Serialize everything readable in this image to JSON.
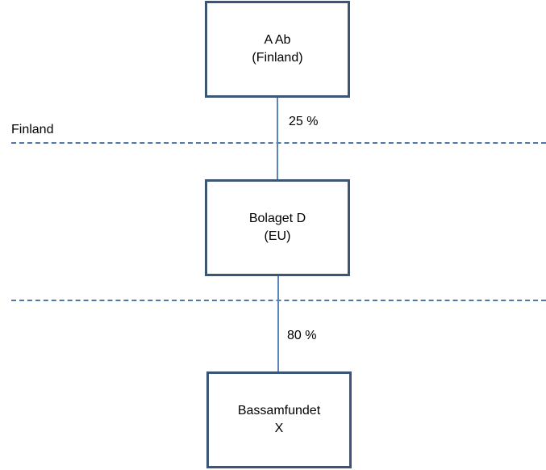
{
  "region_label": "Finland",
  "nodes": {
    "parent": {
      "name": "A Ab",
      "location": "(Finland)"
    },
    "middle": {
      "name": "Bolaget D",
      "location": "(EU)"
    },
    "bottom": {
      "name": "Bassamfundet",
      "location": "X"
    }
  },
  "edges": {
    "parent_to_middle": {
      "ownership": "25 %"
    },
    "middle_to_bottom": {
      "ownership": "80 %"
    }
  },
  "colors": {
    "box_border": "#3b5577",
    "connector": "#5b84b8",
    "divider": "#4f77a8"
  }
}
